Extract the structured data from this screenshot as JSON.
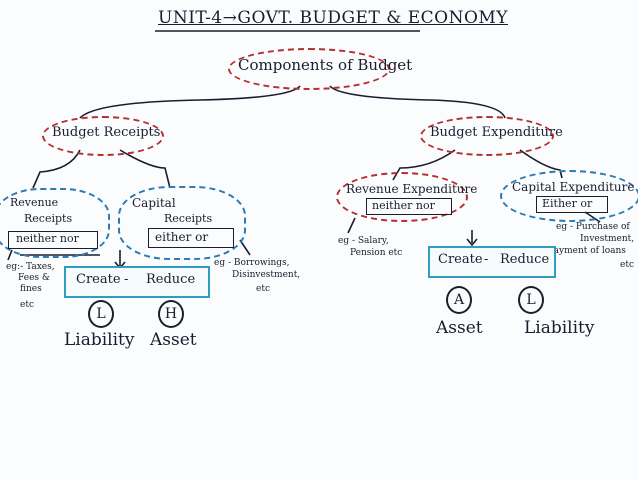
{
  "title": "UNIT-4→GOVT. BUDGET & ECONOMY",
  "root": "Components of Budget",
  "receipts": {
    "label": "Budget Receipts",
    "revenue": {
      "line1": "Revenue",
      "line2": "Receipts",
      "tag": "neither nor"
    },
    "capital": {
      "line1": "Capital",
      "line2": "Receipts",
      "tag": "either or"
    },
    "revenue_eg": [
      "eg:- Taxes,",
      "Fees &",
      "fines",
      "etc"
    ],
    "capital_eg": [
      "eg - Borrowings,",
      "Disinvestment,",
      "etc"
    ],
    "create_reduce": {
      "create": "Create",
      "dash": "-",
      "reduce": "Reduce"
    },
    "liability_letter": "L",
    "asset_letter": "H",
    "liability": "Liability",
    "asset": "Asset"
  },
  "expenditure": {
    "label": "Budget Expenditure",
    "revenue": {
      "line1": "Revenue Expenditure",
      "tag": "neither nor"
    },
    "capital": {
      "line1": "Capital Expenditure",
      "tag": "Either or"
    },
    "revenue_eg": [
      "eg - Salary,",
      "Pension etc"
    ],
    "capital_eg": [
      "eg - Purchase of",
      "Investment,",
      "Payment of loans",
      "etc"
    ],
    "create_reduce": {
      "create": "Create",
      "dash": "-",
      "reduce": "Reduce"
    },
    "asset_letter": "A",
    "liability_letter": "L",
    "asset": "Asset",
    "liability": "Liability"
  },
  "colors": {
    "ink": "#1a1d2e",
    "red_cloud": "#b3302e",
    "blue_cloud": "#2a7bb8",
    "box": "#2f9cc0"
  }
}
